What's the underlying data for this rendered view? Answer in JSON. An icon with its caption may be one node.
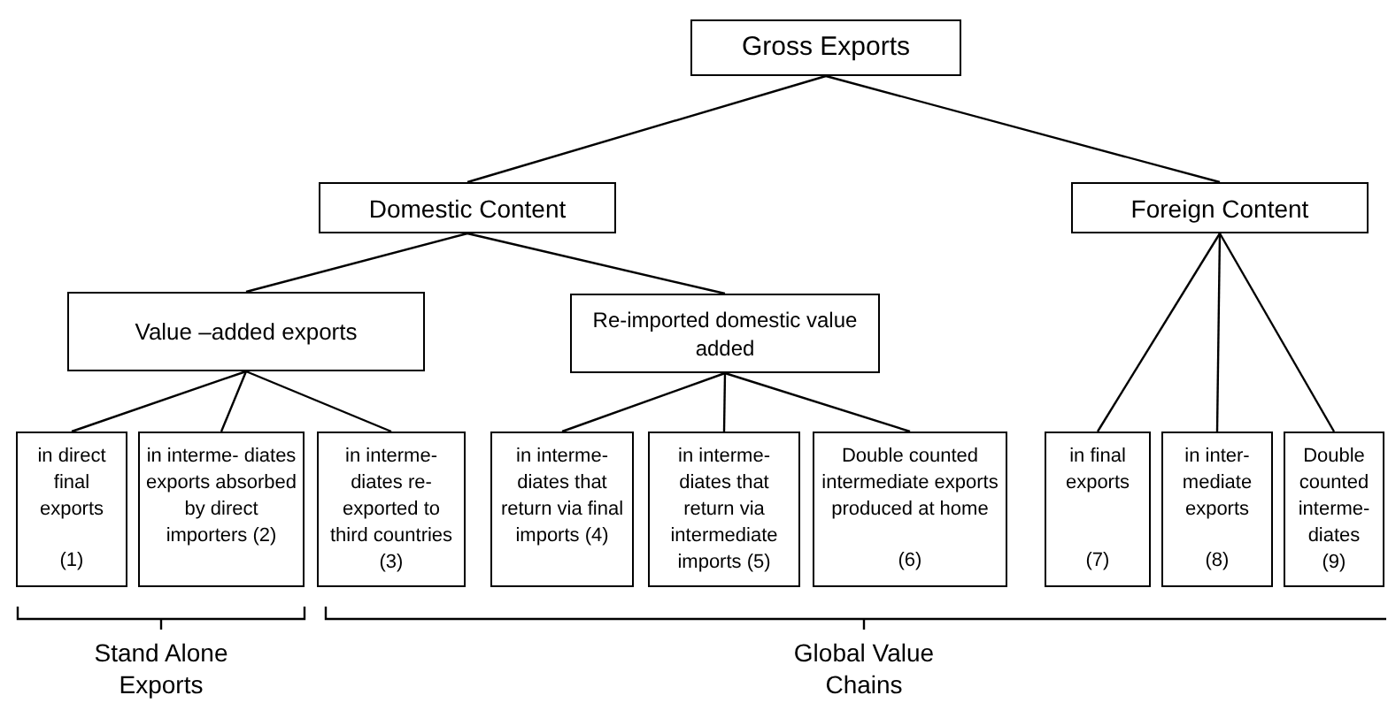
{
  "diagram": {
    "nodes": [
      {
        "text": [
          "Gross Exports"
        ]
      },
      {
        "text": [
          "Domestic Content"
        ]
      },
      {
        "text": [
          "Foreign Content"
        ]
      },
      {
        "text": [
          "Value –added  exports"
        ]
      },
      {
        "text": [
          "Re-imported domestic value added"
        ]
      },
      {
        "text": [
          "in direct final exports",
          "(1)"
        ]
      },
      {
        "text": [
          "in interme- diates exports absorbed by direct importers (2)"
        ]
      },
      {
        "text": [
          "in interme- diates re-exported to third countries (3)"
        ]
      },
      {
        "text": [
          "in interme- diates that return via final imports (4)"
        ]
      },
      {
        "text": [
          "in interme- diates that return via intermediate imports (5)"
        ]
      },
      {
        "text": [
          "Double counted intermediate exports produced at home",
          "(6)"
        ]
      },
      {
        "text": [
          "in final exports",
          "(7)"
        ]
      },
      {
        "text": [
          "in inter- mediate exports",
          "(8)"
        ]
      },
      {
        "text": [
          "Double counted interme- diates",
          "(9)"
        ]
      }
    ],
    "edges": [
      {
        "from": 0,
        "to": 1,
        "arrow": "none"
      },
      {
        "from": 0,
        "to": 2,
        "arrow": "none"
      },
      {
        "from": 1,
        "to": 3,
        "arrow": "none"
      },
      {
        "from": 1,
        "to": 4,
        "arrow": "none"
      },
      {
        "from": 3,
        "to": 5,
        "arrow": "none"
      },
      {
        "from": 3,
        "to": 6,
        "arrow": "none"
      },
      {
        "from": 3,
        "to": 7,
        "arrow": "none"
      },
      {
        "from": 4,
        "to": 8,
        "arrow": "none"
      },
      {
        "from": 4,
        "to": 9,
        "arrow": "none"
      },
      {
        "from": 4,
        "to": 10,
        "arrow": "none"
      },
      {
        "from": 2,
        "to": 11,
        "arrow": "none"
      },
      {
        "from": 2,
        "to": 12,
        "arrow": "none"
      },
      {
        "from": 2,
        "to": 13,
        "arrow": "none"
      }
    ],
    "labels": [
      "Stand Alone Exports",
      "Global Value Chains"
    ]
  }
}
